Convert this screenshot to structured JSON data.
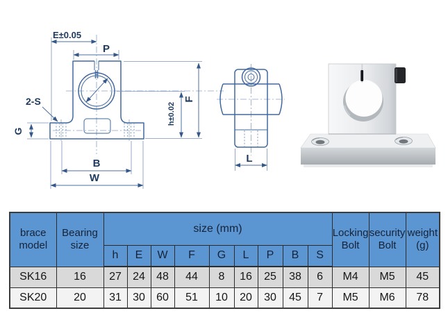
{
  "front_view": {
    "dim_e": "E±0.05",
    "dim_p": "P",
    "dim_s": "2-S",
    "dim_g": "G",
    "dim_f": "F",
    "dim_h": "h±0.02",
    "dim_b": "B",
    "dim_w": "W"
  },
  "side_view": {
    "dim_l": "L"
  },
  "table": {
    "header": {
      "brace_model": "brace\nmodel",
      "bearing_size": "Bearing\nsize",
      "size_mm": "size (mm)",
      "locking_bolt": "Locking\nBolt",
      "security_bolt": "security\nBolt",
      "weight": "weight\n(g)"
    },
    "size_columns": [
      "h",
      "E",
      "W",
      "F",
      "G",
      "L",
      "P",
      "B",
      "S"
    ],
    "rows": [
      {
        "model": "SK16",
        "bearing": "16",
        "sizes": [
          "27",
          "24",
          "48",
          "44",
          "8",
          "16",
          "25",
          "38",
          "6"
        ],
        "locking_bolt": "M4",
        "security_bolt": "M5",
        "weight": "45"
      },
      {
        "model": "SK20",
        "bearing": "20",
        "sizes": [
          "31",
          "30",
          "60",
          "51",
          "10",
          "20",
          "30",
          "45",
          "7"
        ],
        "locking_bolt": "M5",
        "security_bolt": "M6",
        "weight": "78"
      }
    ],
    "colors": {
      "header_bg": "#5b96d2",
      "row_sk16_bg": "#d9d9d9",
      "row_sk20_bg": "#f3f3f3",
      "line_blue": "#41699f"
    }
  }
}
